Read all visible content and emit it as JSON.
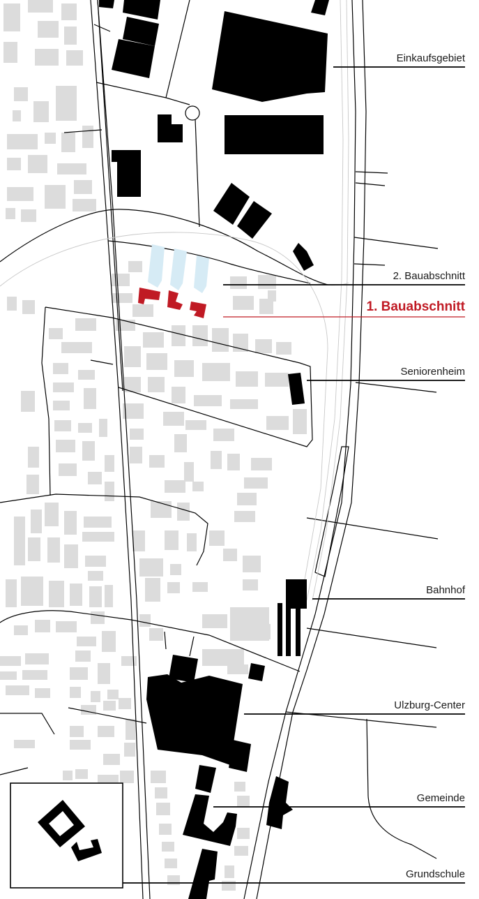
{
  "map": {
    "labels": {
      "einkaufsgebiet": "Einkaufsgebiet",
      "bauabschnitt_2": "2. Bauabschnitt",
      "bauabschnitt_1": "1. Bauabschnitt",
      "seniorenheim": "Seniorenheim",
      "bahnhof": "Bahnhof",
      "ulzburg_center": "Ulzburg-Center",
      "gemeinde": "Gemeinde",
      "grundschule": "Grundschule"
    },
    "colors": {
      "accent_phase1": "#c01a24",
      "phase2_light_blue": "#d6ebf5",
      "context_building_grey": "#dcdcdc",
      "landmark_black": "#000000"
    },
    "legend": {
      "icon": "building-footprint-icon"
    }
  }
}
